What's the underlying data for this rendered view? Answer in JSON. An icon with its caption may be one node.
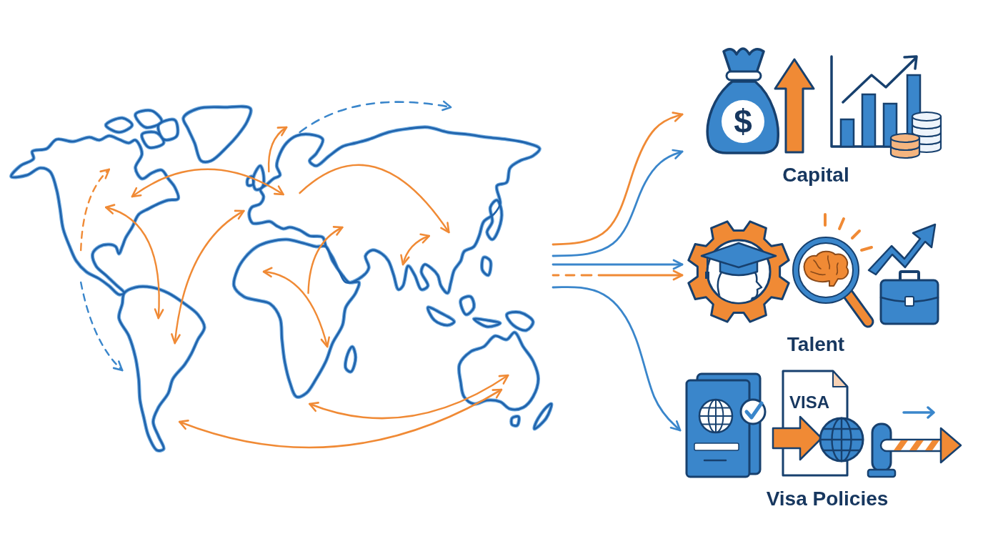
{
  "diagram": {
    "nodes": [
      {
        "text": [],
        "shape": "picture"
      },
      {
        "text": [
          "Capital"
        ]
      },
      {
        "text": [
          "Talent"
        ]
      },
      {
        "text": [
          "Visa Policies"
        ]
      }
    ],
    "edges": [
      {
        "from": 0,
        "to": 1,
        "arrow": "to",
        "color": "#f08a35"
      },
      {
        "from": 0,
        "to": 1,
        "arrow": "to"
      },
      {
        "from": 0,
        "to": 2,
        "arrow": "to"
      },
      {
        "from": 0,
        "to": 2,
        "arrow": "to",
        "style": "dashed",
        "color": "#f08a35"
      },
      {
        "from": 0,
        "to": 3,
        "arrow": "to"
      }
    ],
    "labels": [
      "$",
      "VISA"
    ]
  }
}
